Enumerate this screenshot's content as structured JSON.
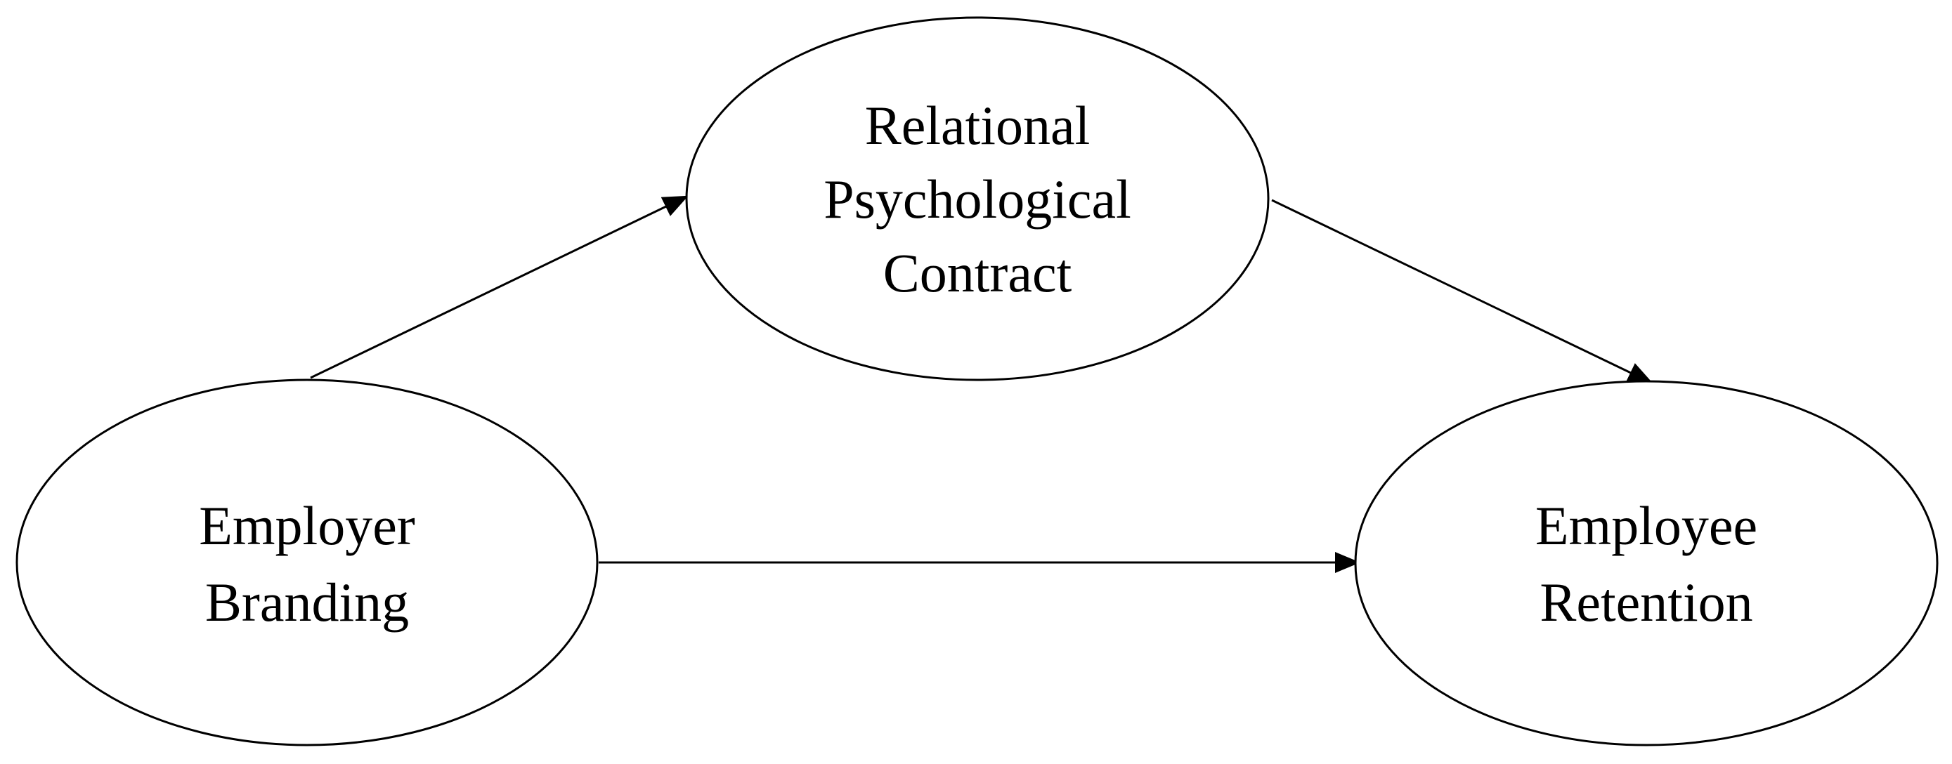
{
  "diagram": {
    "nodes": {
      "mediator": {
        "lines": [
          "Relational",
          "Psychological",
          "Contract"
        ]
      },
      "independent": {
        "lines": [
          "Employer",
          "Branding"
        ]
      },
      "dependent": {
        "lines": [
          "Employee",
          "Retention"
        ]
      }
    },
    "edges": [
      {
        "from": "Employer Branding",
        "to": "Relational Psychological Contract"
      },
      {
        "from": "Relational Psychological Contract",
        "to": "Employee Retention"
      },
      {
        "from": "Employer Branding",
        "to": "Employee Retention"
      }
    ],
    "colors": {
      "stroke": "#000000",
      "fill": "#ffffff",
      "text": "#000000"
    }
  }
}
